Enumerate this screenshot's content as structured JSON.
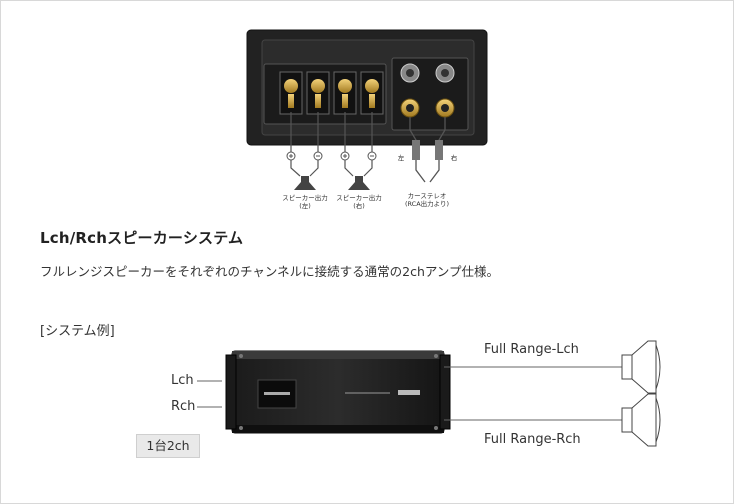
{
  "top_panel": {
    "speaker_out_left": "スピーカー出力",
    "speaker_out_left_sub": "(左)",
    "speaker_out_right": "スピーカー出力",
    "speaker_out_right_sub": "(右)",
    "car_stereo": "カーステレオ",
    "car_stereo_sub": "(RCA出力より)",
    "rca_left": "左",
    "rca_right": "右"
  },
  "section": {
    "title": "Lch/Rchスピーカーシステム",
    "description": "フルレンジスピーカーをそれぞれのチャンネルに接続する通常の2chアンプ仕様。"
  },
  "example": {
    "heading": "[システム例]",
    "input_l": "Lch",
    "input_r": "Rch",
    "output_l": "Full Range-Lch",
    "output_r": "Full Range-Rch",
    "badge": "1台2ch"
  }
}
